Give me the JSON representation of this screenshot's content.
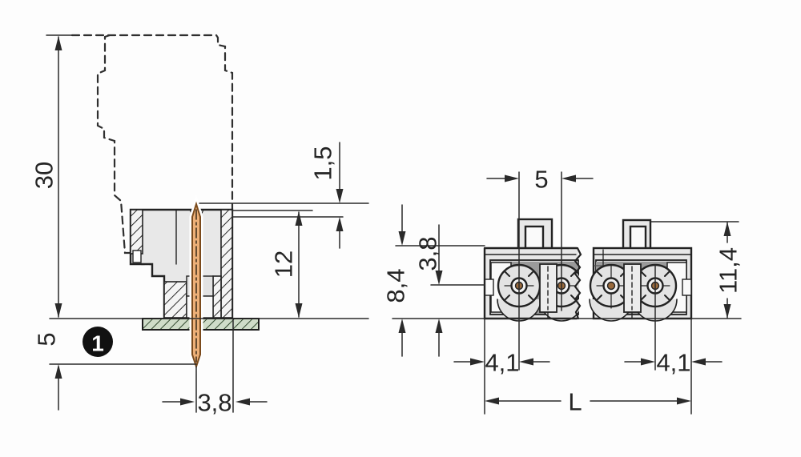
{
  "drawing": {
    "title": "connector-dimension-drawing",
    "side_view": {
      "dim_mating_height": "30",
      "dim_pin_below_board": "5",
      "dim_body_height": "12",
      "dim_pin_tip": "1,5",
      "dim_pin_to_edge": "3,8",
      "callout_number": "1"
    },
    "front_view": {
      "dim_pin_pitch": "5",
      "dim_top_to_base": "8,4",
      "dim_pinline_to_base": "3,8",
      "dim_overall_height": "11,4",
      "dim_edge_to_pin_left": "4,1",
      "dim_edge_to_pin_right": "4,1",
      "dim_overall_length": "L"
    },
    "colors": {
      "line": "#2a2a2a",
      "body_fill": "#e8e8e8",
      "chamber_fill": "#d9d9d9",
      "dark_fill": "#9a9a9a",
      "pin_fill": "#edb078",
      "pcb_fill": "#cfdcc8",
      "callout_fill": "#111111"
    }
  }
}
